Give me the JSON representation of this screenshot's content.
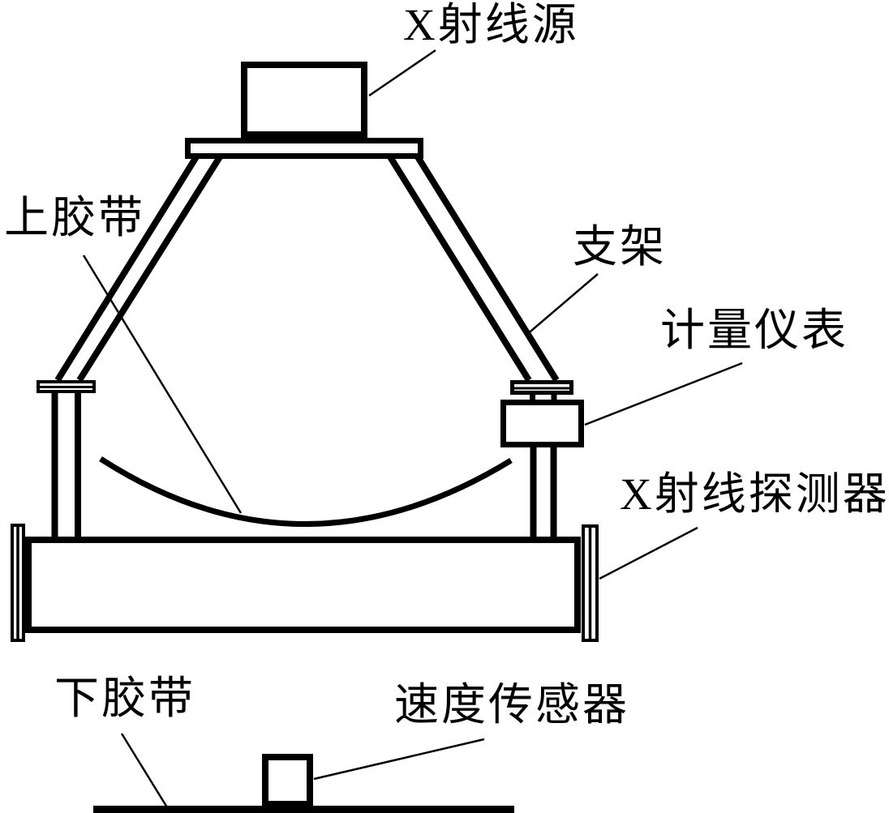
{
  "diagram": {
    "type": "technical-schematic",
    "subject": "X-ray belt weigher measurement system",
    "background_color": "#ffffff",
    "line_color": "#000000",
    "labels": {
      "xray_source": "X射线源",
      "upper_belt": "上胶带",
      "support_frame": "支架",
      "metering_instrument": "计量仪表",
      "xray_detector": "X射线探测器",
      "lower_belt": "下胶带",
      "speed_sensor": "速度传感器"
    }
  }
}
